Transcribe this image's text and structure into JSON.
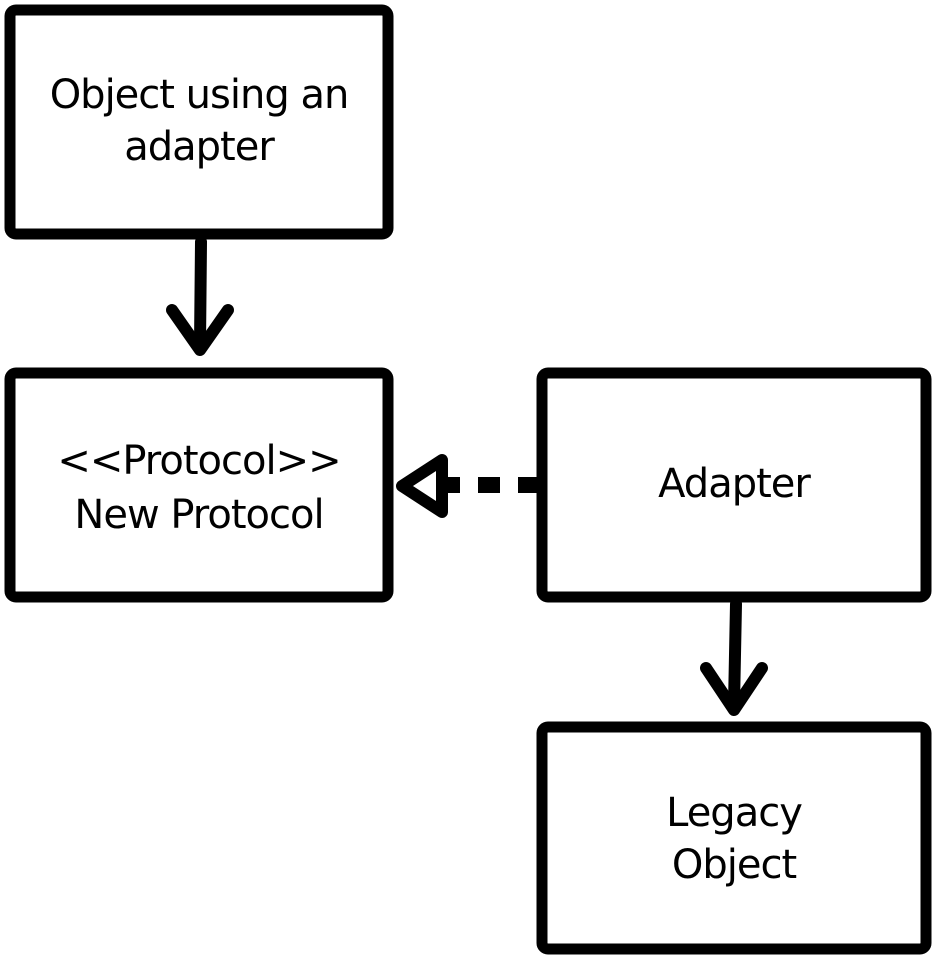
{
  "diagram": {
    "stroke_color": "#000000",
    "fill_color": "#ffffff",
    "nodes": {
      "client": {
        "line1": "Object using an",
        "line2": "adapter"
      },
      "protocol": {
        "line1": "<<Protocol>>",
        "line2": "New Protocol"
      },
      "adapter": {
        "line1": "Adapter"
      },
      "legacy": {
        "line1": "Legacy",
        "line2": "Object"
      }
    },
    "edges": [
      {
        "from": "Object using an adapter",
        "to": "New Protocol",
        "style": "solid",
        "head": "open-arrow"
      },
      {
        "from": "Adapter",
        "to": "New Protocol",
        "style": "dashed",
        "head": "hollow-triangle"
      },
      {
        "from": "Adapter",
        "to": "Legacy Object",
        "style": "solid",
        "head": "open-arrow"
      }
    ]
  }
}
